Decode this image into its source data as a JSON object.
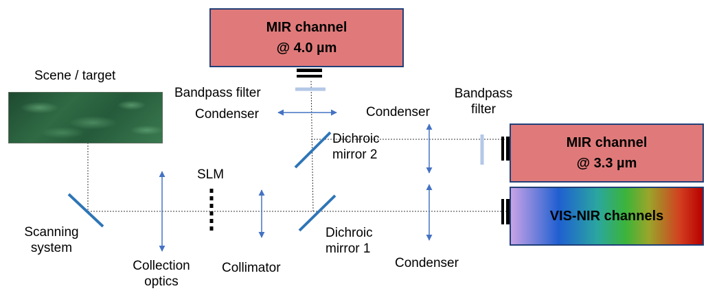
{
  "boxes": {
    "mir_top": {
      "line1": "MIR channel",
      "line2": "@ 4.0 µm"
    },
    "mir_right": {
      "line1": "MIR channel",
      "line2": "@ 3.3 µm"
    },
    "visnir": {
      "label": "VIS-NIR channels"
    }
  },
  "labels": {
    "scene": "Scene / target",
    "bandpass_top": "Bandpass filter",
    "condenser_top": "Condenser",
    "condenser_mid": "Condenser",
    "bandpass_right_1": "Bandpass",
    "bandpass_right_2": "filter",
    "dichroic2_1": "Dichroic",
    "dichroic2_2": "mirror 2",
    "dichroic1_1": "Dichroic",
    "dichroic1_2": "mirror 1",
    "slm": "SLM",
    "scanning_1": "Scanning",
    "scanning_2": "system",
    "collection_1": "Collection",
    "collection_2": "optics",
    "collimator": "Collimator",
    "condenser_bottom": "Condenser"
  },
  "colors": {
    "box_border": "#1f3f78",
    "mir_fill": "#e07a7a",
    "optic_blue": "#4472c4",
    "mirror_blue": "#2e75b6",
    "filter_light": "#b4c7e7"
  }
}
